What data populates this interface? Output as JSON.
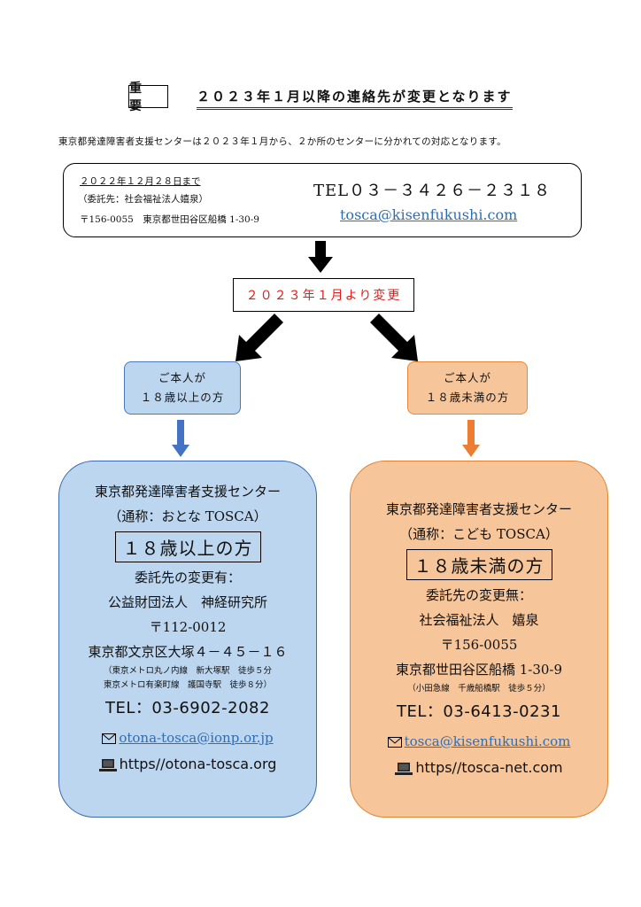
{
  "header": {
    "badge": "重 要",
    "title": "２０２３年１月以降の連絡先が変更となります",
    "intro": "東京都発達障害者支援センターは２０２３年１月から、２か所のセンターに分かれての対応となります。"
  },
  "current": {
    "until": "２０２２年１２月２８日まで",
    "consignee": "（委託先：社会福祉法人嬉泉）",
    "address": "〒156-0055　東京都世田谷区船橋 1-30-9",
    "tel": "TEL０３－３４２６－２３１８",
    "email": "tosca@kisenfukushi.com"
  },
  "change_notice": "２０２３年１月より変更",
  "adult": {
    "target_line1": "ご本人が",
    "target_line2": "１８歳以上の方",
    "center": "東京都発達障害者支援センター",
    "nickname": "（通称：おとな TOSCA）",
    "age": "１８歳以上の方",
    "consign_change": "委託先の変更有：",
    "consignee": "公益財団法人　神経研究所",
    "postal": "〒112-0012",
    "address": "東京都文京区大塚４－４５－１６",
    "access1": "（東京メトロ丸ノ内線　新大塚駅　徒歩５分",
    "access2": "東京メトロ有楽町線　護国寺駅　徒歩８分）",
    "tel": "TEL：03-6902-2082",
    "email": "otona-tosca@ionp.or.jp",
    "web": "https//otona-tosca.org"
  },
  "child": {
    "target_line1": "ご本人が",
    "target_line2": "１８歳未満の方",
    "center": "東京都発達障害者支援センター",
    "nickname": "（通称：こども TOSCA）",
    "age": "１８歳未満の方",
    "consign_change": "委託先の変更無：",
    "consignee": "社会福祉法人　嬉泉",
    "postal": "〒156-0055",
    "address": "東京都世田谷区船橋 1-30-9",
    "access1": "（小田急線　千歳船橋駅　徒歩５分）",
    "tel": "TEL：03-6413-0231",
    "email": "tosca@kisenfukushi.com",
    "web": "https//tosca-net.com"
  },
  "icons": {
    "mail": "envelope-icon",
    "web": "laptop-icon"
  },
  "colors": {
    "blue_fill": "#bcd6ef",
    "orange_fill": "#f7c59a",
    "red_text": "#e11b1b",
    "link": "#2f6db3"
  }
}
